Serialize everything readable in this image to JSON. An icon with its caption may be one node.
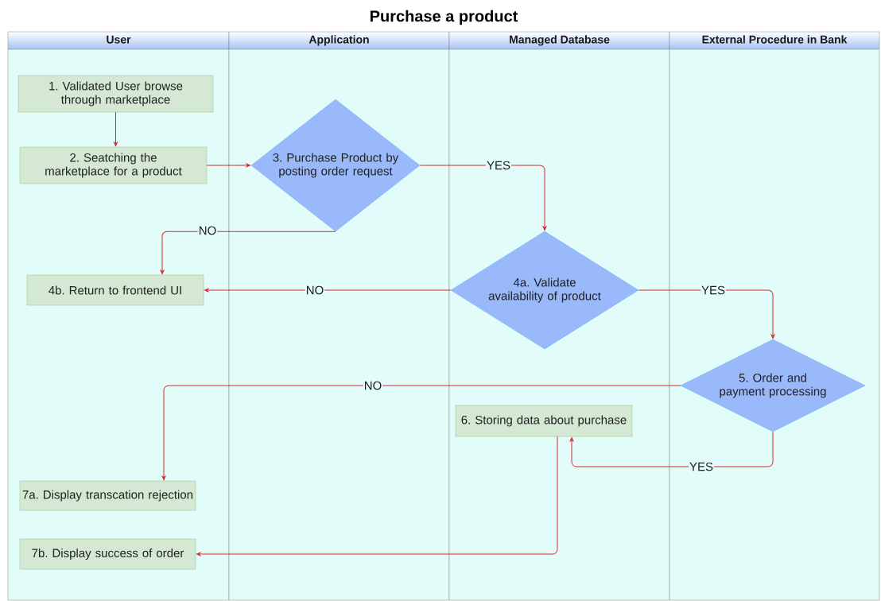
{
  "diagram": {
    "title": "Purchase a product",
    "nodes": [
      {
        "text": [
          "User"
        ]
      },
      {
        "text": [
          "Application"
        ]
      },
      {
        "text": [
          "Managed Database"
        ]
      },
      {
        "text": [
          "External Procedure in Bank"
        ]
      },
      {
        "text": [
          "1. Validated User browse through marketplace"
        ],
        "in": 0
      },
      {
        "text": [
          "2. Seatching the marketplace for a product"
        ],
        "in": 0
      },
      {
        "text": [
          "3. Purchase Product by posting order request"
        ],
        "in": 1
      },
      {
        "text": [
          "4b. Return to frontend UI"
        ],
        "in": 0
      },
      {
        "text": [
          "4a. Validate availability of product"
        ],
        "in": 2
      },
      {
        "text": [
          "5. Order and payment processing"
        ],
        "in": 3
      },
      {
        "text": [
          "6. Storing data about purchase"
        ],
        "in": 2
      },
      {
        "text": [
          "7a. Display transcation rejection"
        ],
        "in": 0
      },
      {
        "text": [
          "7b. Display success of order"
        ],
        "in": 0
      }
    ],
    "edges": [
      {
        "from": 4,
        "to": 5,
        "arrow": "to"
      },
      {
        "from": 5,
        "to": 6,
        "arrow": "to"
      },
      {
        "from": 6,
        "to": 8,
        "arrow": "to",
        "label": "YES"
      },
      {
        "from": 6,
        "to": 7,
        "arrow": "to",
        "label": "NO"
      },
      {
        "from": 8,
        "to": 7,
        "arrow": "to",
        "label": "NO"
      },
      {
        "from": 8,
        "to": 9,
        "arrow": "to",
        "label": "YES"
      },
      {
        "from": 9,
        "to": 11,
        "arrow": "to",
        "label": "NO"
      },
      {
        "from": 9,
        "to": 10,
        "arrow": "to",
        "label": "YES"
      },
      {
        "from": 10,
        "to": 12,
        "arrow": "to"
      }
    ]
  }
}
